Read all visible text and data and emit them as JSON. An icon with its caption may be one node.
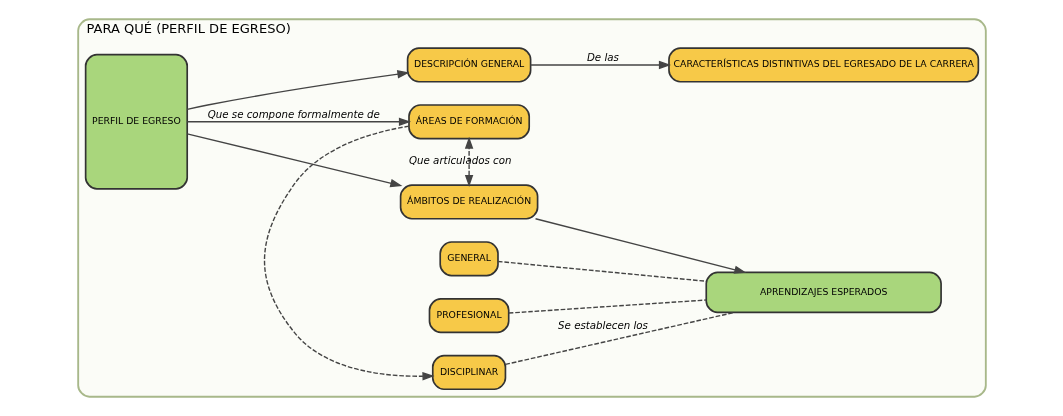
{
  "diagram": {
    "nodes": [
      {
        "text": [
          "PARA QUÉ (PERFIL DE EGRESO)"
        ]
      },
      {
        "text": [
          "PERFIL DE EGRESO"
        ],
        "in": 0
      },
      {
        "text": [
          "DESCRIPCIÓN GENERAL"
        ],
        "in": 0
      },
      {
        "text": [
          "CARACTERÍSTICAS DISTINTIVAS DEL EGRESADO DE LA CARRERA"
        ],
        "in": 0
      },
      {
        "text": [
          "ÁREAS DE FORMACIÓN"
        ],
        "in": 0
      },
      {
        "text": [
          "PROFESIONAL"
        ],
        "in": 0
      },
      {
        "text": [
          "DISCIPLINAR"
        ],
        "in": 0
      },
      {
        "text": [
          "GENERAL"
        ],
        "in": 0
      },
      {
        "text": [
          "ÁMBITOS DE REALIZACIÓN"
        ],
        "in": 0
      },
      {
        "text": [
          "APRENDIZAJES ESPERADOS"
        ],
        "in": 0
      }
    ],
    "edges": [
      {
        "from": 1,
        "to": 2,
        "arrow": "to"
      },
      {
        "from": 1,
        "to": 4,
        "arrow": "to",
        "label": "Que se compone formalmente de"
      },
      {
        "from": 1,
        "to": 8,
        "arrow": "to"
      },
      {
        "from": 2,
        "to": 3,
        "arrow": "to",
        "label": "De las"
      },
      {
        "from": 8,
        "to": 4,
        "arrow": "both",
        "style": "dashed",
        "label": "Que articulados con"
      },
      {
        "from": 4,
        "to": 6,
        "arrow": "to",
        "style": "dashed"
      },
      {
        "from": 8,
        "to": 9,
        "arrow": "to"
      },
      {
        "from": 5,
        "to": 9,
        "arrow": "none",
        "style": "dashed"
      },
      {
        "from": 6,
        "to": 9,
        "arrow": "none",
        "style": "dashed",
        "label": "Se establecen los"
      },
      {
        "from": 7,
        "to": 9,
        "arrow": "none",
        "style": "dashed"
      }
    ]
  }
}
